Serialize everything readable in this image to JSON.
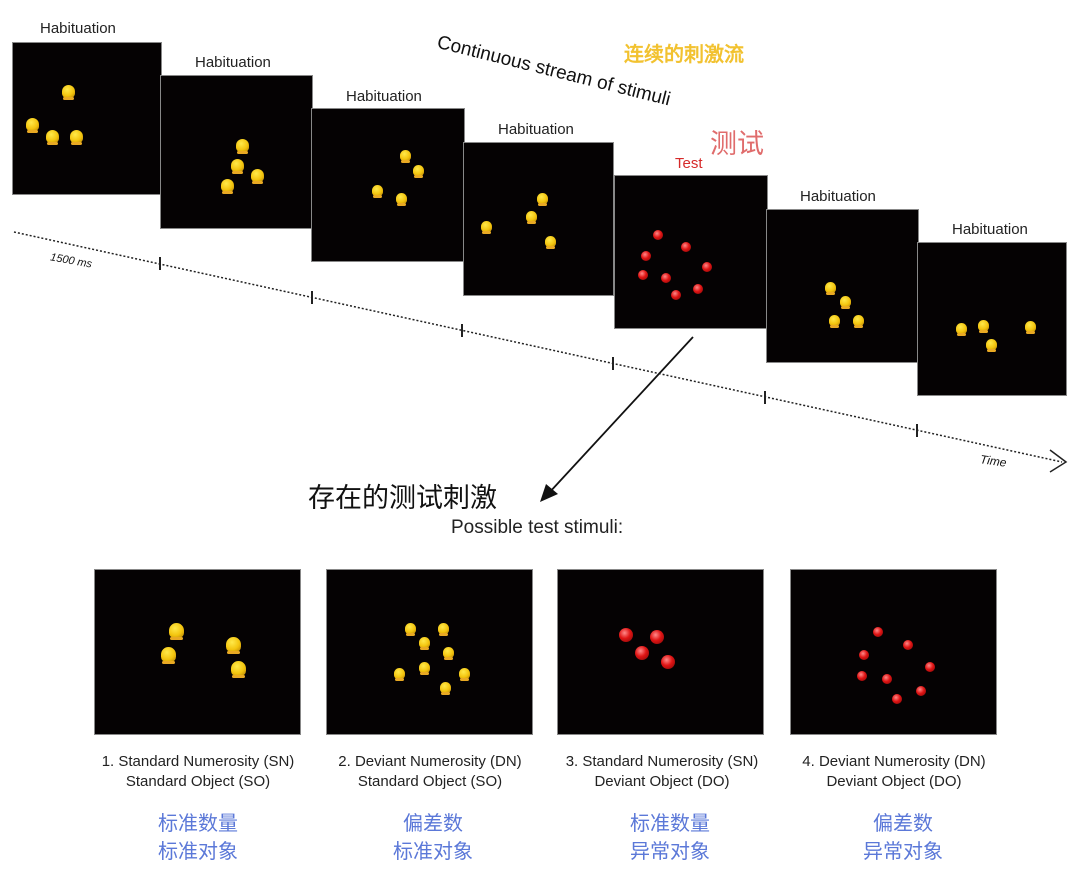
{
  "stream_title": "Continuous stream of stimuli",
  "stream_title_cn": "连续的刺激流",
  "test_cn": "测试",
  "timeline": {
    "interval_label": "1500 ms",
    "axis_label": "Time"
  },
  "frames": [
    {
      "label": "Habituation",
      "type": "habituation",
      "count": 4
    },
    {
      "label": "Habituation",
      "type": "habituation",
      "count": 4
    },
    {
      "label": "Habituation",
      "type": "habituation",
      "count": 4
    },
    {
      "label": "Habituation",
      "type": "habituation",
      "count": 4
    },
    {
      "label": "Test",
      "type": "test",
      "count": 8
    },
    {
      "label": "Habituation",
      "type": "habituation",
      "count": 4
    },
    {
      "label": "Habituation",
      "type": "habituation",
      "count": 4
    }
  ],
  "possible_cn": "存在的测试刺激",
  "possible_label": "Possible test stimuli:",
  "conditions": [
    {
      "line1": "1. Standard Numerosity (SN)",
      "line2": "Standard Object (SO)",
      "cn1": "标准数量",
      "cn2": "标准对象",
      "objects": "duck",
      "count": 4
    },
    {
      "line1": "2. Deviant Numerosity (DN)",
      "line2": "Standard Object (SO)",
      "cn1": "偏差数",
      "cn2": "标准对象",
      "objects": "duck",
      "count": 8
    },
    {
      "line1": "3. Standard Numerosity (SN)",
      "line2": "Deviant Object (DO)",
      "cn1": "标准数量",
      "cn2": "异常对象",
      "objects": "ball",
      "count": 4
    },
    {
      "line1": "4. Deviant Numerosity (DN)",
      "line2": "Deviant Object (DO)",
      "cn1": "偏差数",
      "cn2": "异常对象",
      "objects": "ball",
      "count": 8
    }
  ],
  "colors": {
    "background": "#ffffff",
    "frame": "#050203",
    "stream_cn": "#f2c230",
    "test_cn": "#e06c6c",
    "test_label": "#d62a2a",
    "condition_cn": "#5b78d8"
  }
}
